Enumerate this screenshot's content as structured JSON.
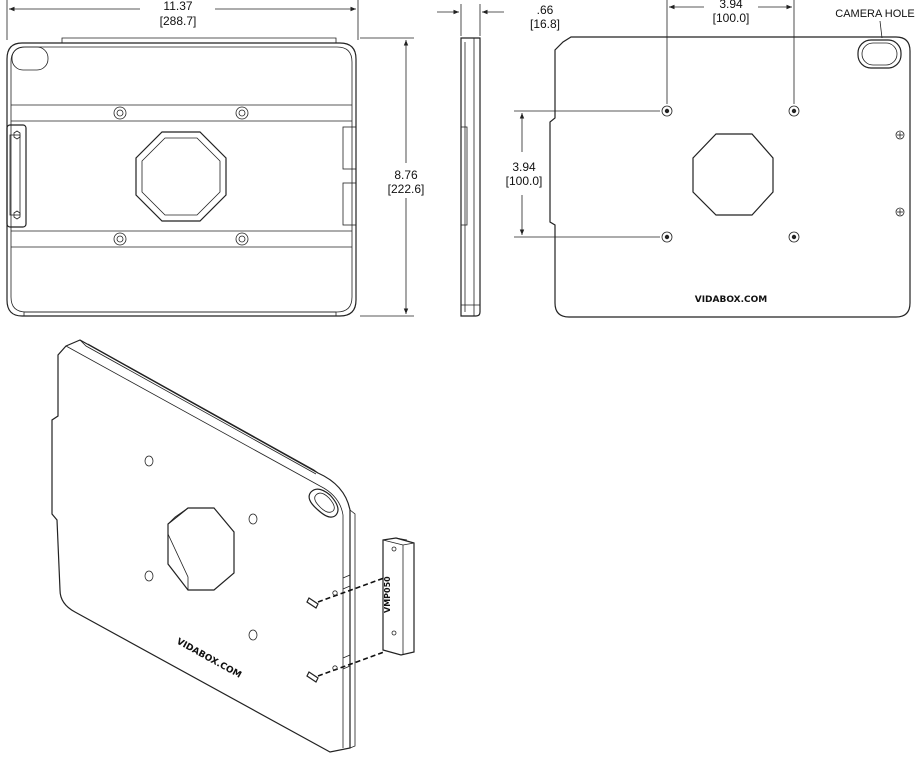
{
  "front_view": {
    "width_in": "11.37",
    "width_mm": "[288.7]",
    "height_in": "8.76",
    "height_mm": "[222.6]"
  },
  "side_view": {
    "depth_in": ".66",
    "depth_mm": "[16.8]"
  },
  "back_view": {
    "hole_h_in": "3.94",
    "hole_h_mm": "[100.0]",
    "hole_v_in": "3.94",
    "hole_v_mm": "[100.0]",
    "camera_hole_label": "CAMERA HOLE",
    "brand_text": "VIDABOX.COM"
  },
  "iso_view": {
    "brand_text": "VIDABOX.COM",
    "clip_text": "VMP050"
  }
}
